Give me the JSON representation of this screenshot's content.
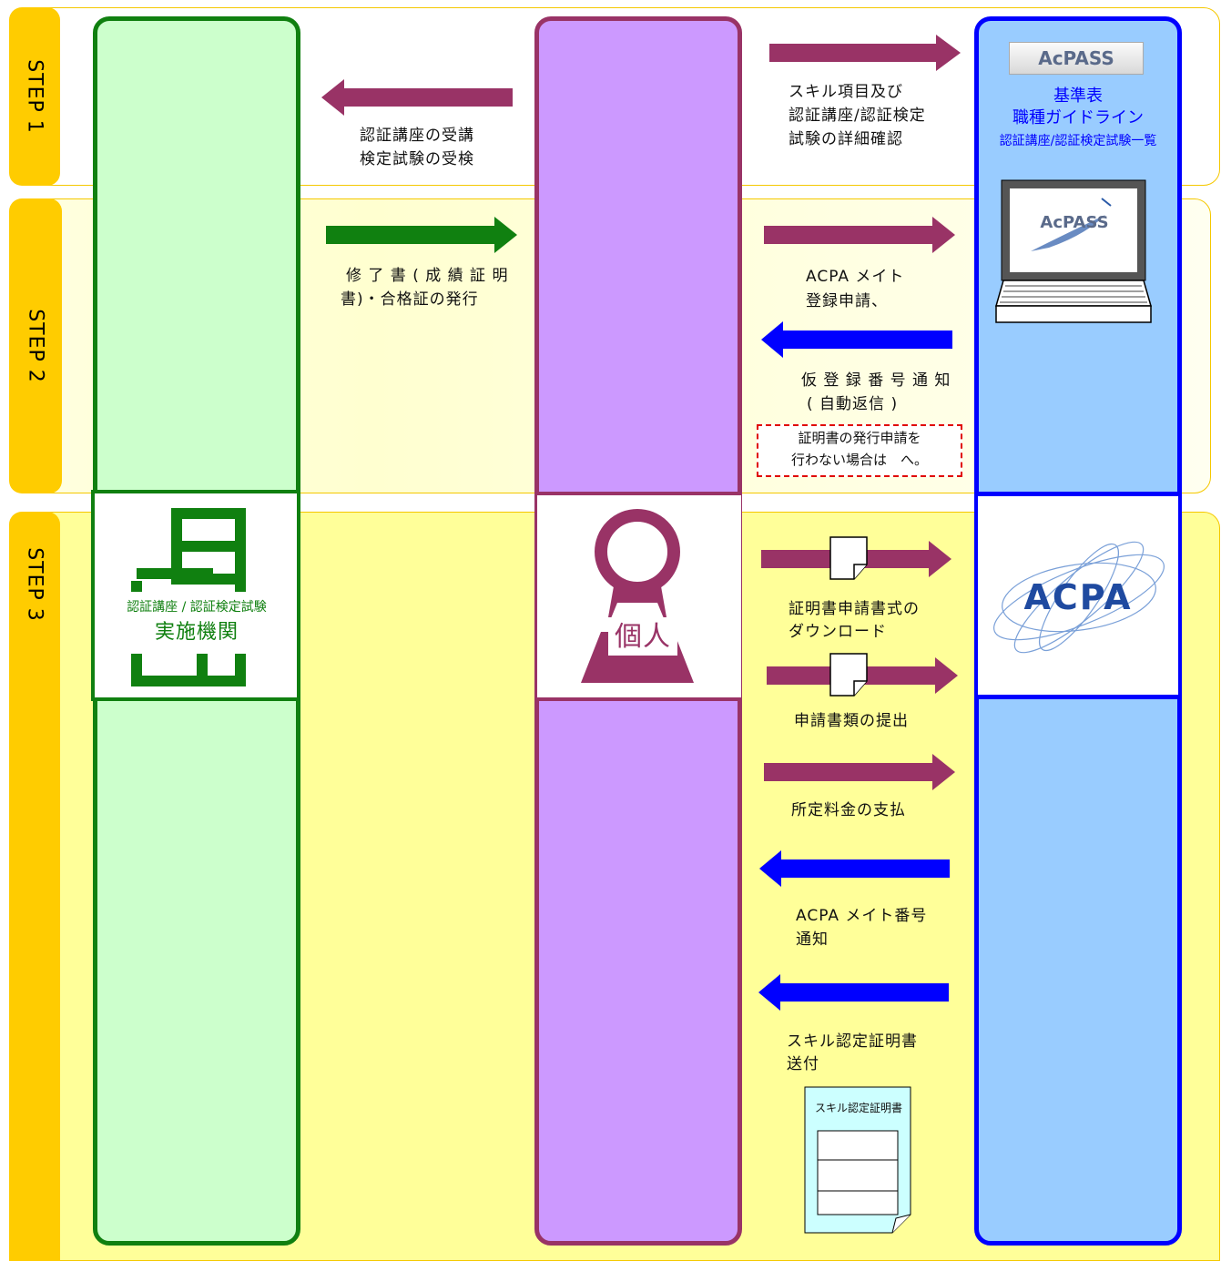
{
  "steps": {
    "step1": "STEP 1",
    "step2": "STEP 2",
    "step3": "STEP 3"
  },
  "institution": {
    "title_small": "認証講座 / 認証検定試験",
    "title_large": "実施機関",
    "icon": "building-icon"
  },
  "individual": {
    "label": "個人",
    "icon": "person-icon"
  },
  "acpass_panel": {
    "button_label": "AcPASS",
    "line1": "基準表",
    "line2": "職種ガイドライン",
    "line3": "認証講座/認証検定試験一覧",
    "laptop_logo": "AcPASS"
  },
  "acpa_logo": "ACPA",
  "flows": {
    "step1_left": [
      "認証講座の受講",
      "検定試験の受検"
    ],
    "step1_right": [
      "スキル項目及び",
      "認証講座/認証検定",
      "試験の詳細確認"
    ],
    "step2_left": [
      "修 了 書 ( 成 績 証 明",
      "書)・合格証の発行"
    ],
    "step2_right_1": [
      "ACPA メイト",
      "登録申請、"
    ],
    "step2_right_2": [
      "仮 登 録 番 号 通 知",
      "( 自動返信 )"
    ],
    "step2_note": [
      "証明書の発行申請を",
      "行わない場合は　へ。"
    ],
    "step3_1": [
      "証明書申請書式の",
      "ダウンロード"
    ],
    "step3_2": "申請書類の提出",
    "step3_3": "所定料金の支払",
    "step3_4": [
      "ACPA  メイト番号",
      "通知"
    ],
    "step3_5": [
      "スキル認定証明書",
      "送付"
    ]
  },
  "certificate_doc_label": "スキル認定証明書",
  "colors": {
    "green": "#108010",
    "green_fill": "#ccffcc",
    "purple": "#993366",
    "purple_fill": "#cc99ff",
    "blue": "#0000ff",
    "blue_fill": "#99ccff",
    "yellow": "#ffcc00"
  }
}
